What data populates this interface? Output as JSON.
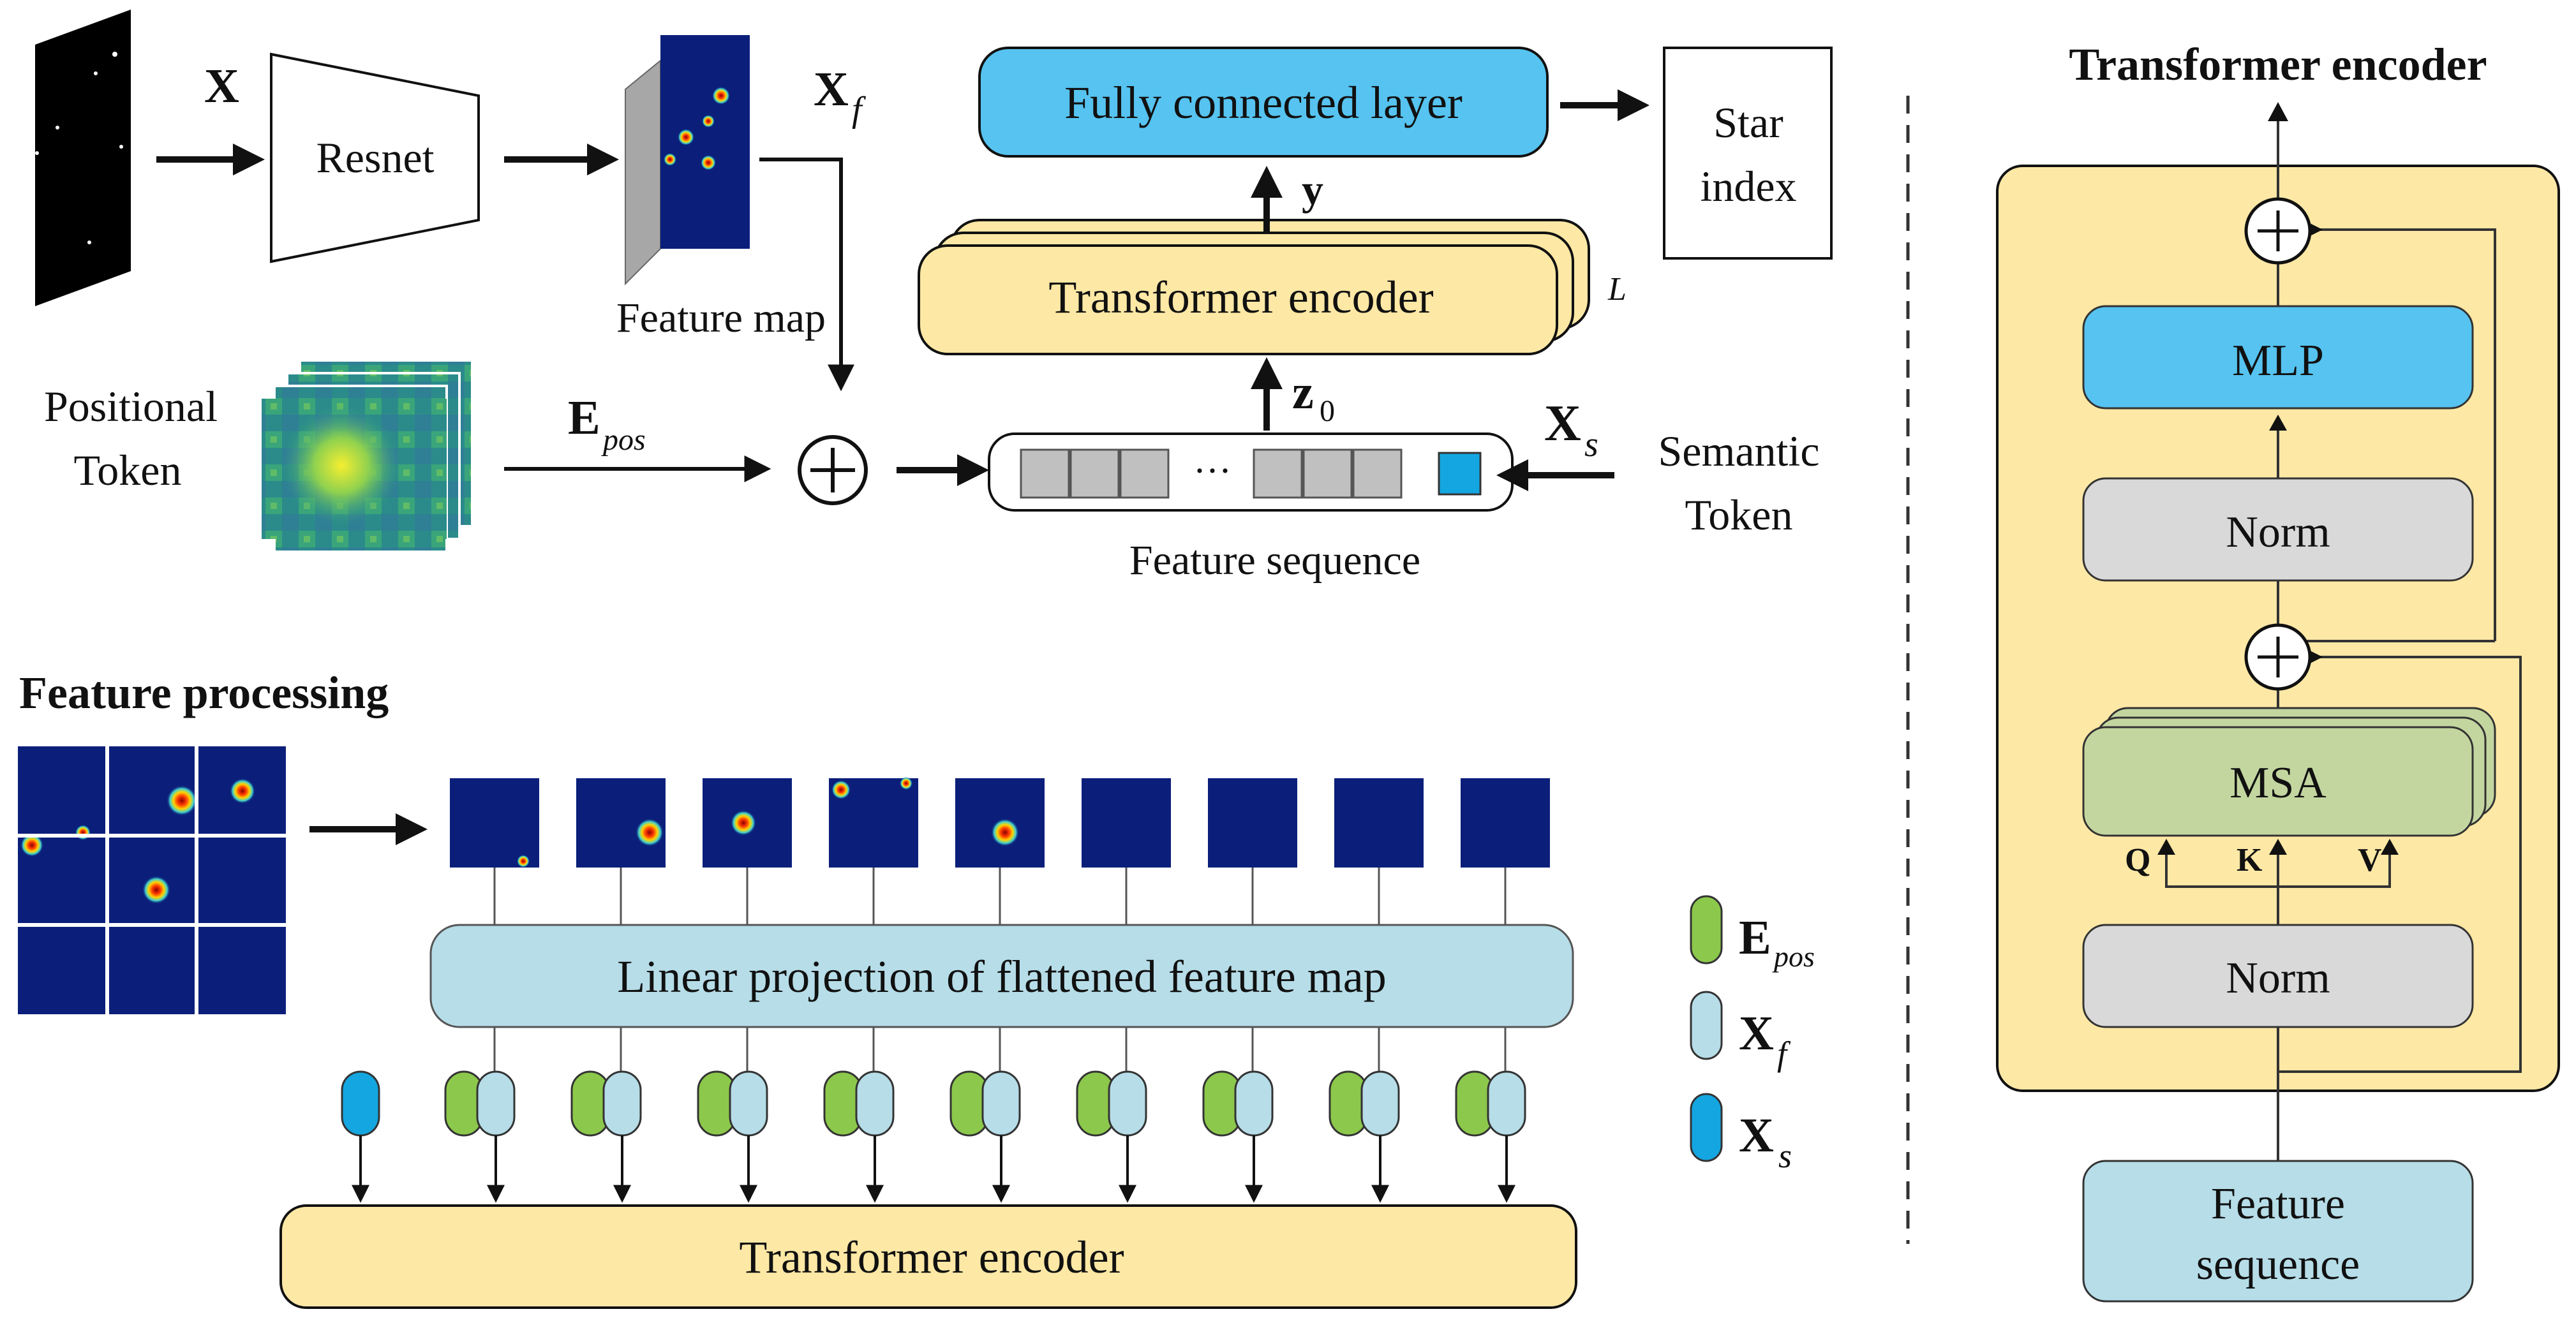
{
  "top": {
    "input_var": "X",
    "resnet": "Resnet",
    "feature_map": "Feature map",
    "xf_main": "X",
    "xf_sub": "f",
    "positional_token": [
      "Positional",
      "Token"
    ],
    "epos_main": "E",
    "epos_sub": "pos",
    "feature_sequence": "Feature sequence",
    "ellipsis": "···",
    "xs_main": "X",
    "xs_sub": "s",
    "semantic_token": [
      "Semantic",
      "Token"
    ],
    "z0_main": "z",
    "z0_sub": "0",
    "transformer_encoder": "Transformer encoder",
    "layer_count": "L",
    "y_var": "y",
    "fully_connected": "Fully connected layer",
    "star_index": [
      "Star",
      "index"
    ]
  },
  "feature_processing": {
    "title": "Feature processing",
    "linear_projection": "Linear projection of flattened feature map",
    "transformer_encoder": "Transformer encoder",
    "legend": [
      {
        "main": "E",
        "sub": "pos",
        "color": "#8cc84b"
      },
      {
        "main": "X",
        "sub": "f",
        "color": "#b6dde8"
      },
      {
        "main": "X",
        "sub": "s",
        "color": "#14a6e0"
      }
    ]
  },
  "encoder_detail": {
    "title": "Transformer encoder",
    "mlp": "MLP",
    "norm_top": "Norm",
    "msa": "MSA",
    "q": "Q",
    "k": "K",
    "v": "V",
    "norm_bottom": "Norm",
    "input": [
      "Feature",
      "sequence"
    ]
  },
  "colors": {
    "encoder_yellow": "#fde8a5",
    "fc_blue": "#56c3f0",
    "light_blue": "#b6dde8",
    "norm_gray": "#d9d9d9",
    "msa_green": "#c4d6a0",
    "token_gray": "#c0c0c0",
    "semantic_blue": "#14a6e0",
    "heatmap_navy": "#0b1f7a"
  }
}
